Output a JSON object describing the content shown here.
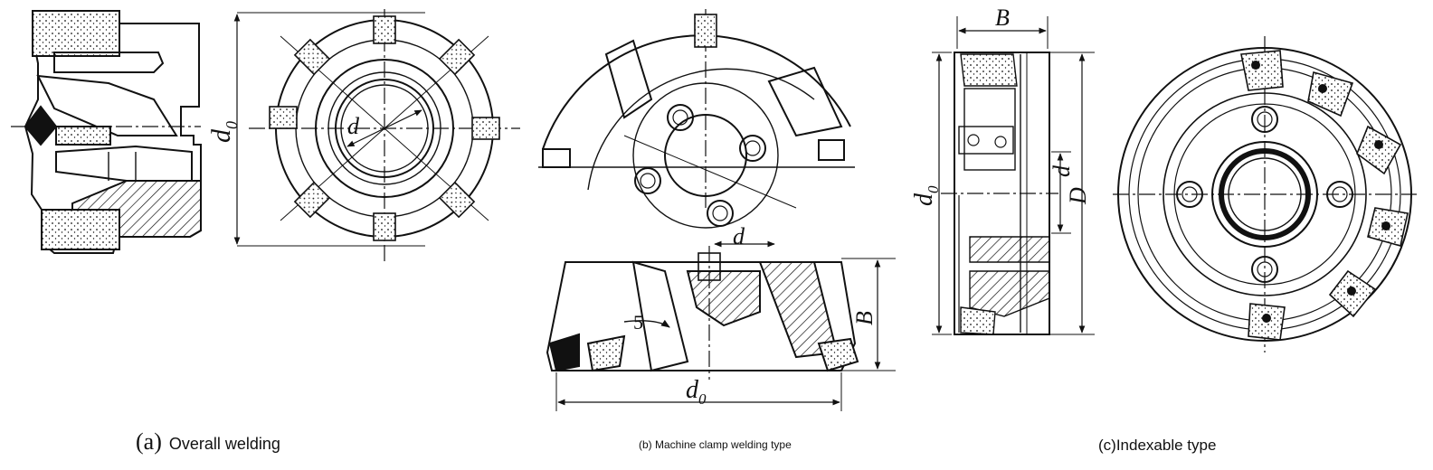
{
  "panels": {
    "a": {
      "caption_letter": "(a)",
      "caption_text": "Overall welding",
      "labels": {
        "diameter": "d",
        "diameter_sub": "0",
        "bore": "d"
      }
    },
    "b": {
      "caption": "(b) Machine clamp welding type",
      "labels": {
        "bore": "d",
        "width": "B",
        "diameter": "d",
        "diameter_sub": "0",
        "callout": "5"
      }
    },
    "c": {
      "caption": "(c)Indexable type",
      "labels": {
        "width": "B",
        "diameter": "d",
        "diameter_sub": "0",
        "bore": "d",
        "body_diameter": "D"
      }
    }
  },
  "colors": {
    "line": "#111111",
    "background": "#ffffff"
  }
}
